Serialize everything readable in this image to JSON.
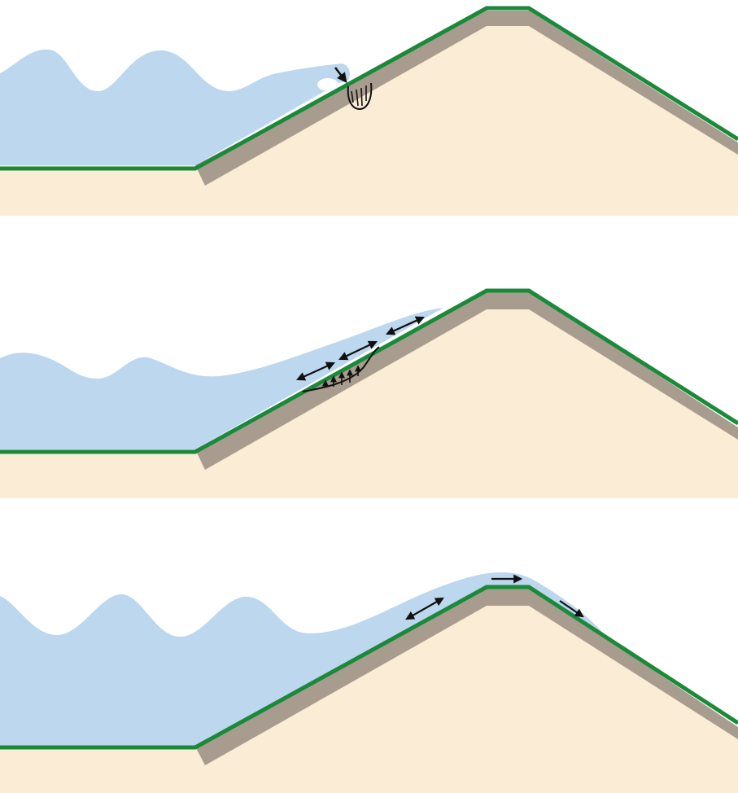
{
  "colors": {
    "background": "#ffffff",
    "water": "#bcd7ee",
    "soil": "#fbecd6",
    "grass": "#1a8a3a",
    "clay_layer": "#a89c8f",
    "marks": "#111111"
  },
  "panels": [
    {
      "name": "wave-impact",
      "arrow_marks": [
        "impact-arrow",
        "pressure-arrows"
      ]
    },
    {
      "name": "wave-run-up",
      "arrow_marks": [
        "double-arrow-1",
        "double-arrow-2",
        "double-arrow-3",
        "uplift-arrows"
      ]
    },
    {
      "name": "wave-overtopping",
      "arrow_marks": [
        "double-arrow-slope",
        "arrow-crest",
        "arrow-landward"
      ]
    }
  ]
}
